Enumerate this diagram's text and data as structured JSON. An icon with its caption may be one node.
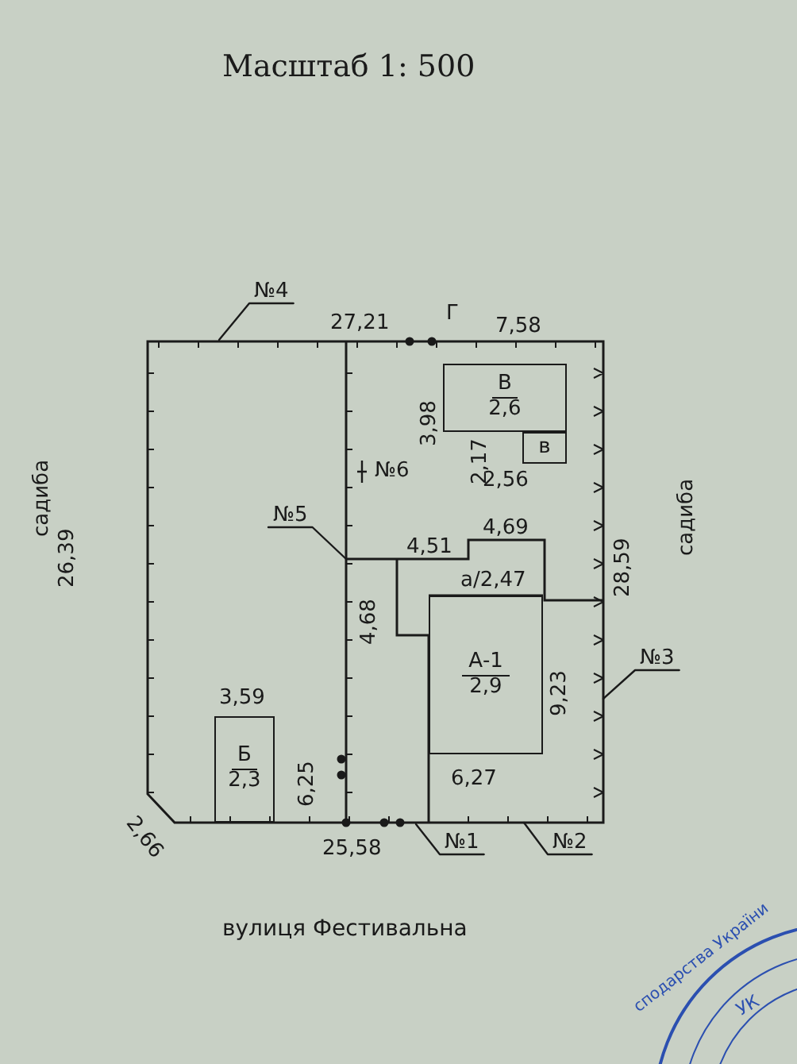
{
  "diagram": {
    "title": "Масштаб 1: 500",
    "nodes": [
      {
        "text": [
          "В",
          "2,6"
        ]
      },
      {
        "text": [
          "в"
        ]
      },
      {
        "text": [
          "а/2,47"
        ]
      },
      {
        "text": [
          "А-1",
          "2,9"
        ]
      },
      {
        "text": [
          "Б",
          "2,3"
        ]
      },
      {
        "text": [
          "№4"
        ]
      },
      {
        "text": [
          "№5"
        ]
      },
      {
        "text": [
          "№3"
        ]
      },
      {
        "text": [
          "№1"
        ]
      },
      {
        "text": [
          "№2"
        ]
      }
    ],
    "edges": [
      {
        "from": 5,
        "to": null,
        "arrow": "none"
      },
      {
        "from": 6,
        "to": null,
        "arrow": "none"
      },
      {
        "from": 7,
        "to": null,
        "arrow": "none"
      },
      {
        "from": 8,
        "to": null,
        "arrow": "none"
      },
      {
        "from": 9,
        "to": null,
        "arrow": "none"
      }
    ],
    "labels": [
      "27,21",
      "Г",
      "7,58",
      "3,98",
      "2,17",
      "2,56",
      "№6",
      "4,51",
      "4,69",
      "4,68",
      "28,59",
      "9,23",
      "6,27",
      "3,59",
      "6,25",
      "2,66",
      "25,58",
      "26,39",
      "садиба",
      "садиба",
      "вулиця Фестивальна",
      "сподарства України",
      "УК"
    ]
  }
}
